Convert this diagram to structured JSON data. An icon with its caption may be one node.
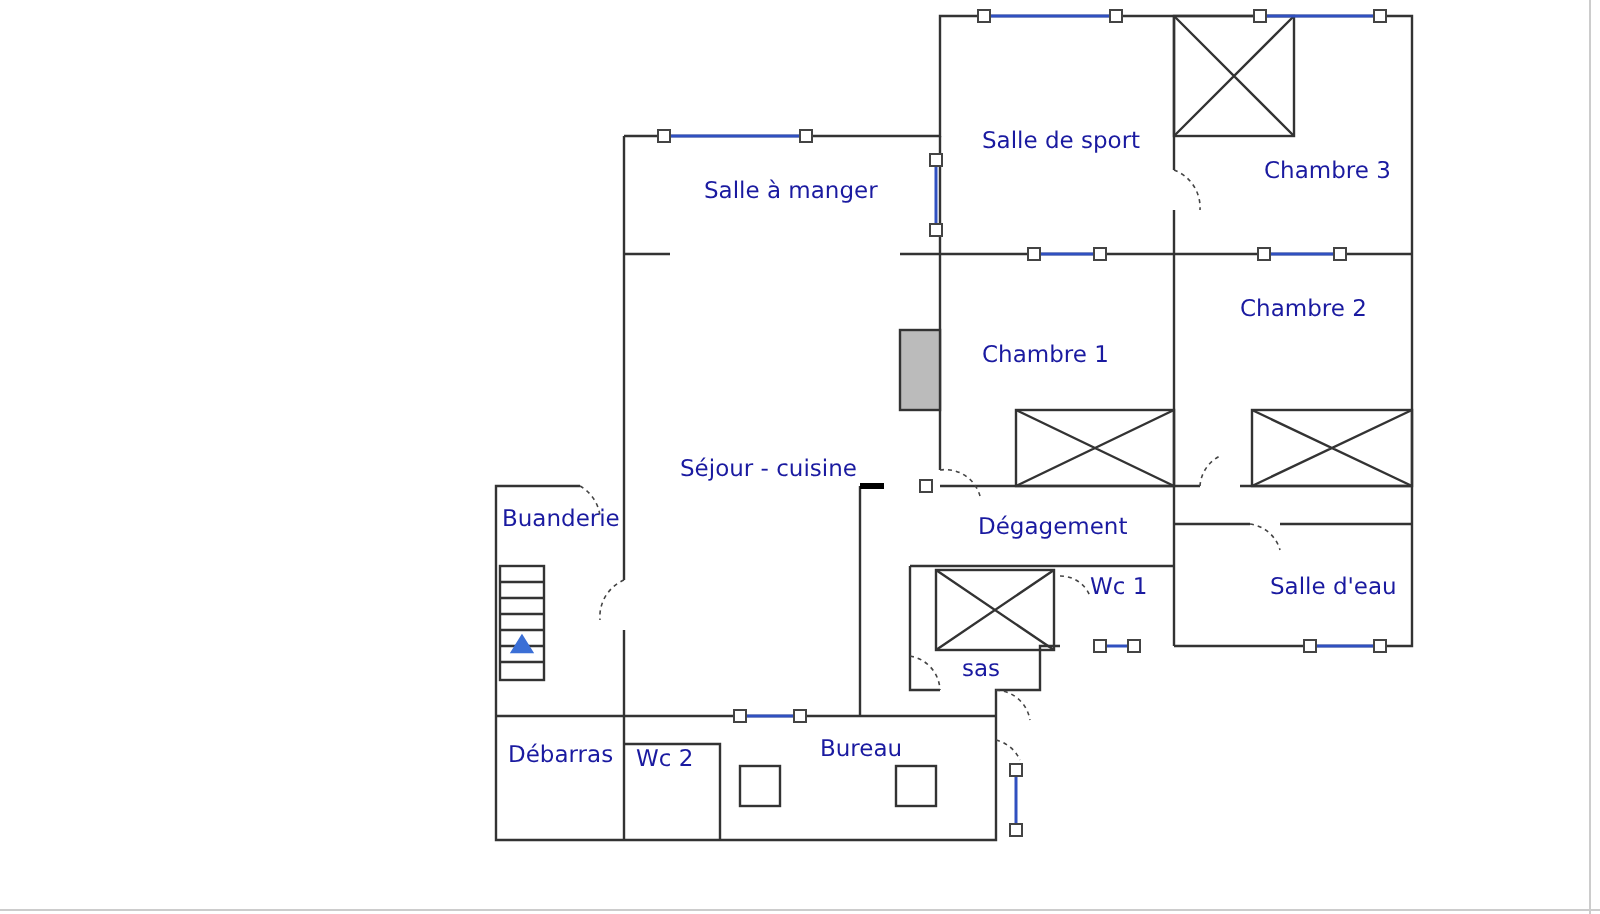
{
  "diagram": {
    "labels": [
      "Salle de sport",
      "Chambre 3",
      "Salle à manger",
      "Chambre 2",
      "Chambre 1",
      "Séjour - cuisine",
      "Buanderie",
      "Dégagement",
      "Wc 1",
      "Salle d'eau",
      "sas",
      "Débarras",
      "Wc 2",
      "Bureau"
    ]
  }
}
